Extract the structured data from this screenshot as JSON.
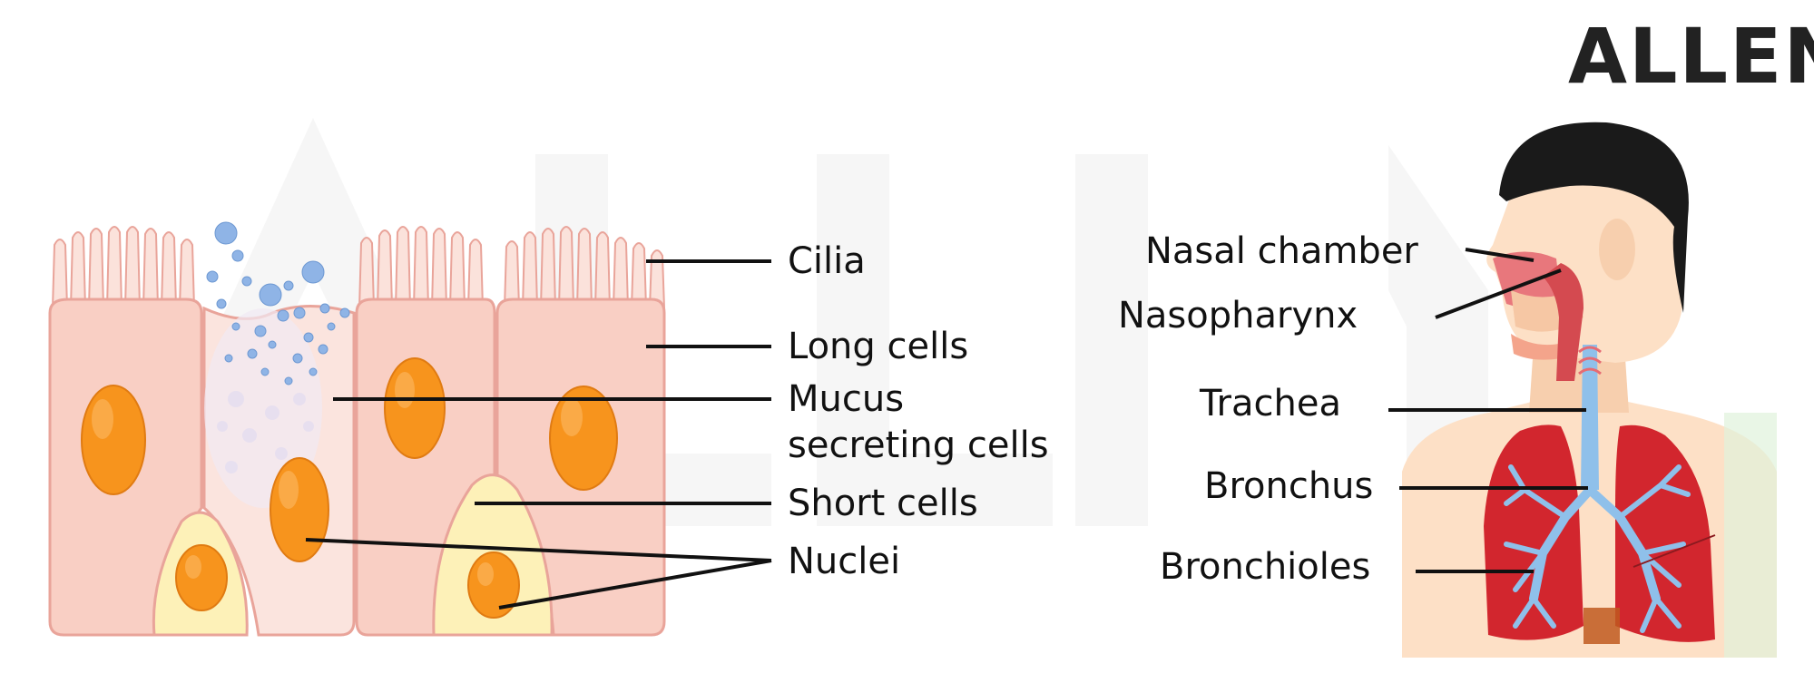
{
  "brand": {
    "logo_text": "ALLEN"
  },
  "epithelium": {
    "labels": {
      "cilia": "Cilia",
      "long_cells": "Long cells",
      "mucus_line1": "Mucus",
      "mucus_line2": "secreting cells",
      "short_cells": "Short cells",
      "nuclei": "Nuclei"
    }
  },
  "respiratory_system": {
    "labels": {
      "nasal_chamber": "Nasal chamber",
      "nasopharynx": "Nasopharynx",
      "trachea": "Trachea",
      "bronchus": "Bronchus",
      "bronchioles": "Bronchioles"
    }
  },
  "colors": {
    "cell_pink": "#f9cfc4",
    "cell_outline": "#e9a49a",
    "short_cell": "#fdf1b8",
    "nucleus": "#f7941d",
    "mucus": "#8fb4e6",
    "lung": "#d2262e",
    "airway": "#8fc0ea",
    "hair": "#1a1a1a",
    "skin": "#fde0c6"
  }
}
